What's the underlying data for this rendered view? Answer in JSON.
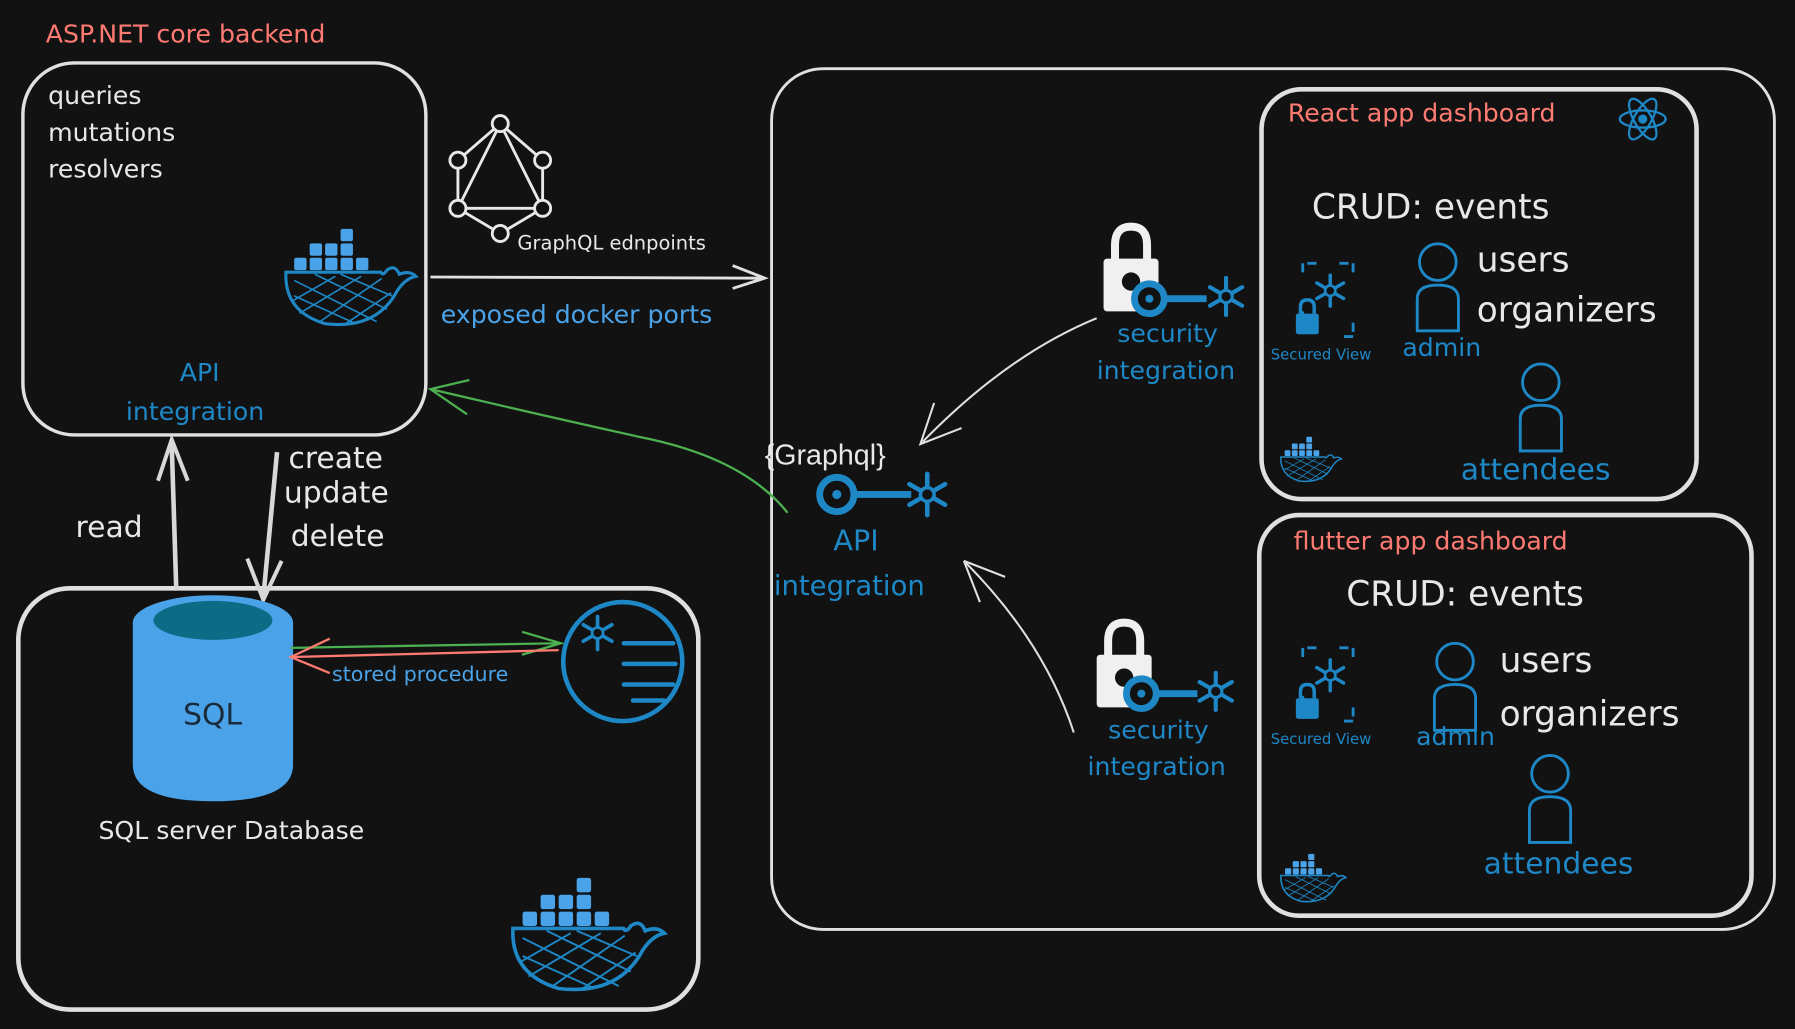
{
  "backend": {
    "title": "ASP.NET core backend",
    "lines": [
      "queries",
      "mutations",
      "resolvers"
    ],
    "api_label_1": "API",
    "api_label_2": "integration"
  },
  "graphql_endpoints": "GraphQL ednpoints",
  "exposed_ports": "exposed docker ports",
  "crud_ops": {
    "read": "read",
    "create": "create",
    "update": "update",
    "delete": "delete"
  },
  "database": {
    "cylinder_label": "SQL",
    "caption": "SQL server Database",
    "stored_procedure": "stored procedure"
  },
  "gateway": {
    "brand": "{Graphql}",
    "api_label_1": "API",
    "api_label_2": "integration"
  },
  "security": {
    "line1": "security",
    "line2": "integration"
  },
  "react_dashboard": {
    "title": "React app dashboard",
    "crud": "CRUD: events",
    "users": "users",
    "organizers": "organizers",
    "admin": "admin",
    "attendees": "attendees",
    "secured_view": "Secured View"
  },
  "flutter_dashboard": {
    "title": "flutter app dashboard",
    "crud": "CRUD: events",
    "users": "users",
    "organizers": "organizers",
    "admin": "admin",
    "attendees": "attendees",
    "secured_view": "Secured View"
  },
  "colors": {
    "background": "#121212",
    "stroke": "#e0e0e0",
    "title_red": "#ff7b72",
    "accent_blue": "#1e88c7",
    "light_blue": "#4aa3e8",
    "arrow_green": "#4caf50",
    "arrow_red": "#ff7b72",
    "db_fill": "#4aa3e8",
    "db_top": "#0e6b86"
  },
  "icons": [
    "graphql-icon",
    "docker-icon",
    "snowflake-key-icon",
    "lock-icon",
    "user-icon",
    "react-icon",
    "secured-view-icon",
    "stored-procedure-icon"
  ]
}
